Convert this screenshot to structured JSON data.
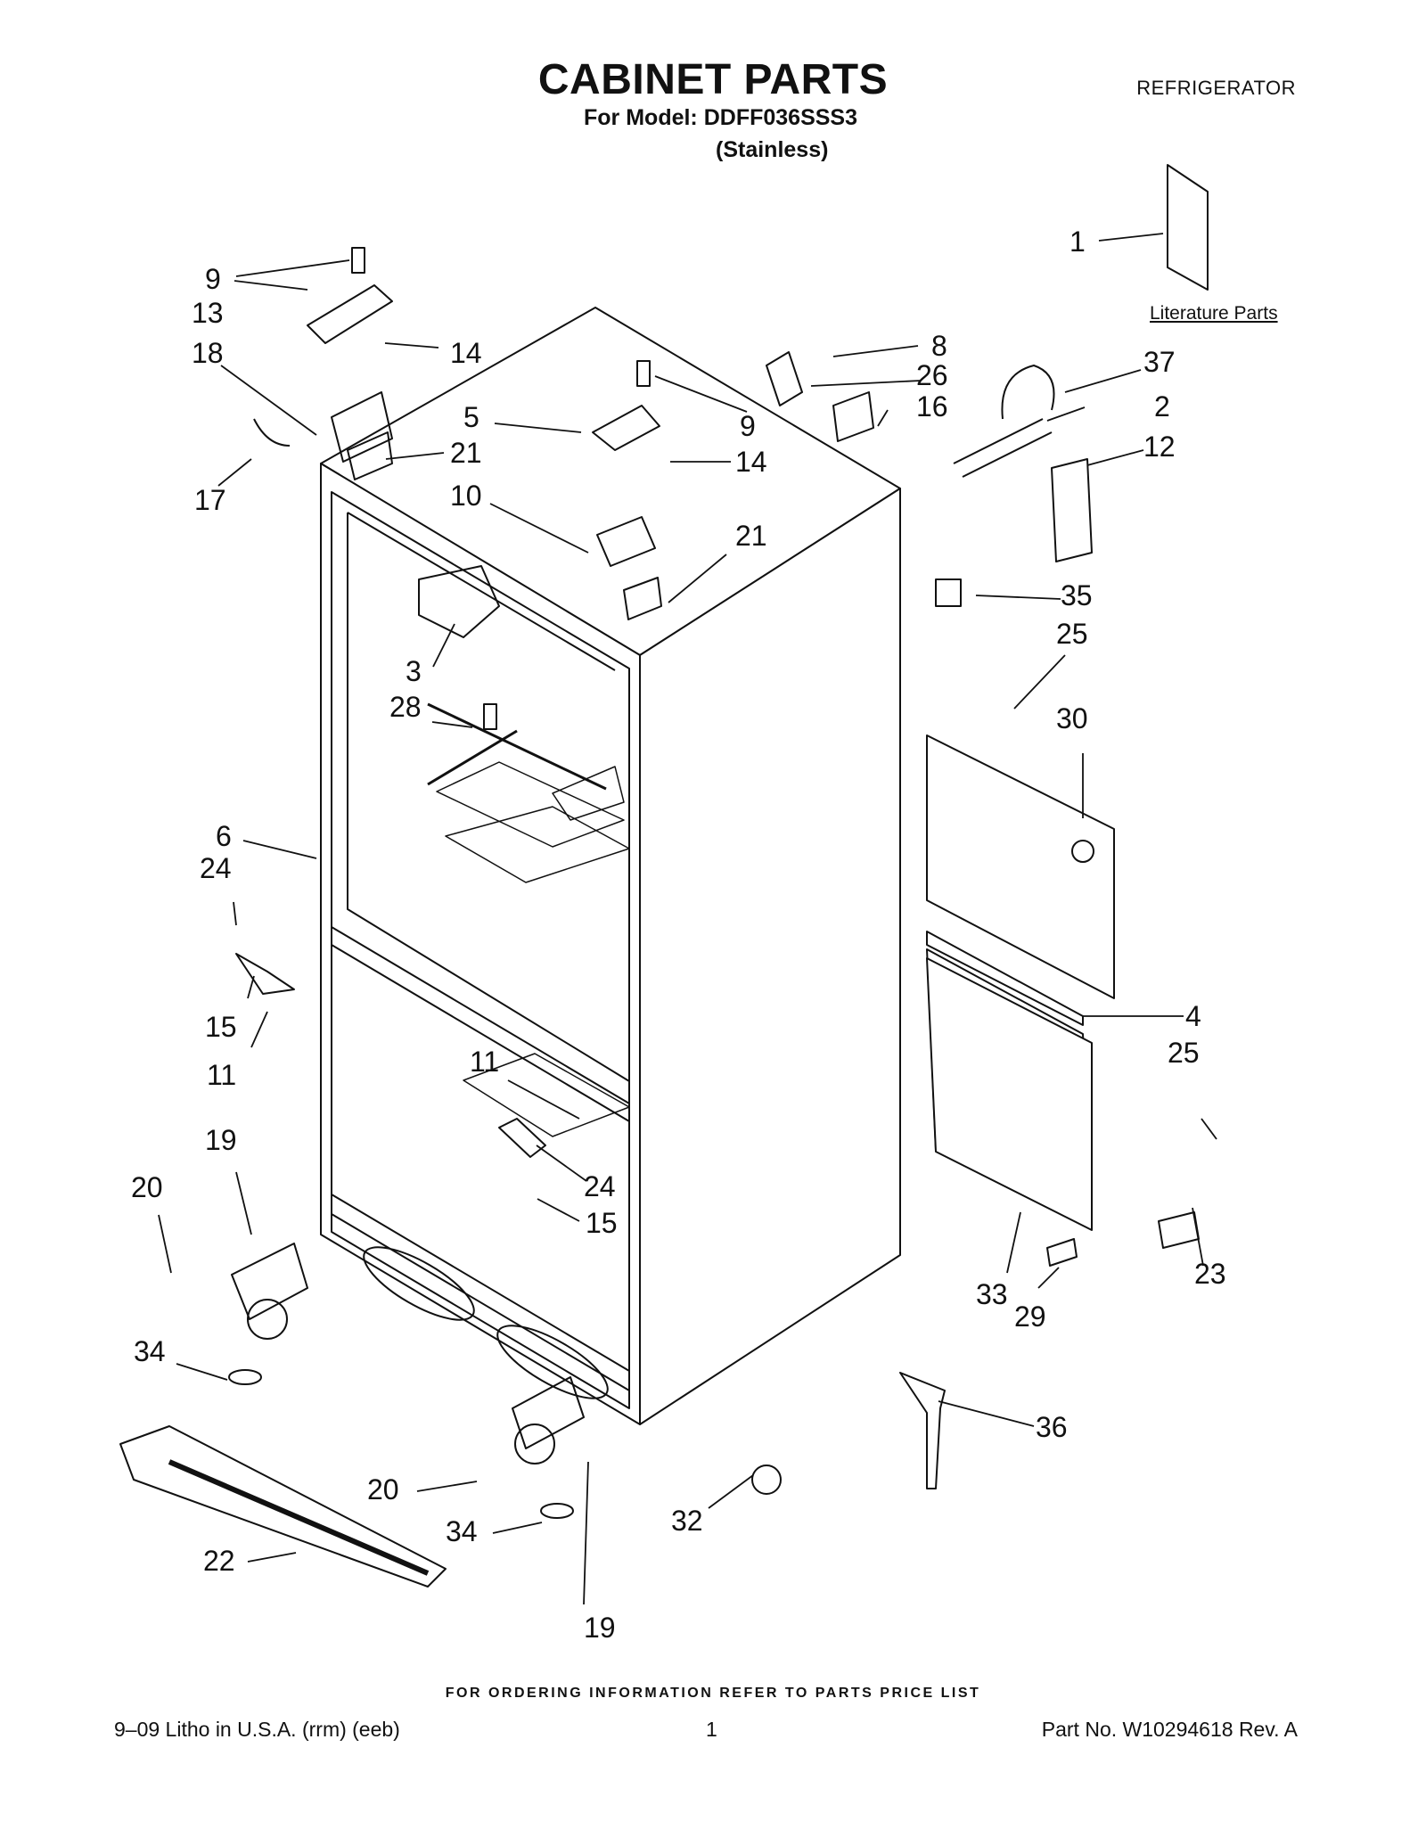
{
  "header": {
    "title": "CABINET PARTS",
    "category": "REFRIGERATOR",
    "model_line": "For Model: DDFF036SSS3",
    "finish": "(Stainless)"
  },
  "literature_label": "Literature Parts",
  "callouts": [
    "1",
    "2",
    "3",
    "4",
    "5",
    "6",
    "8",
    "9",
    "9",
    "10",
    "11",
    "11",
    "12",
    "13",
    "14",
    "14",
    "15",
    "15",
    "16",
    "17",
    "18",
    "19",
    "19",
    "20",
    "20",
    "21",
    "21",
    "22",
    "23",
    "24",
    "24",
    "25",
    "25",
    "26",
    "28",
    "29",
    "30",
    "32",
    "33",
    "34",
    "34",
    "35",
    "36",
    "37"
  ],
  "footer": {
    "order_note": "FOR ORDERING INFORMATION REFER TO PARTS PRICE LIST",
    "litho": "9–09 Litho in U.S.A. (rrm) (eeb)",
    "page": "1",
    "part_no": "Part No. W10294618 Rev. A"
  }
}
